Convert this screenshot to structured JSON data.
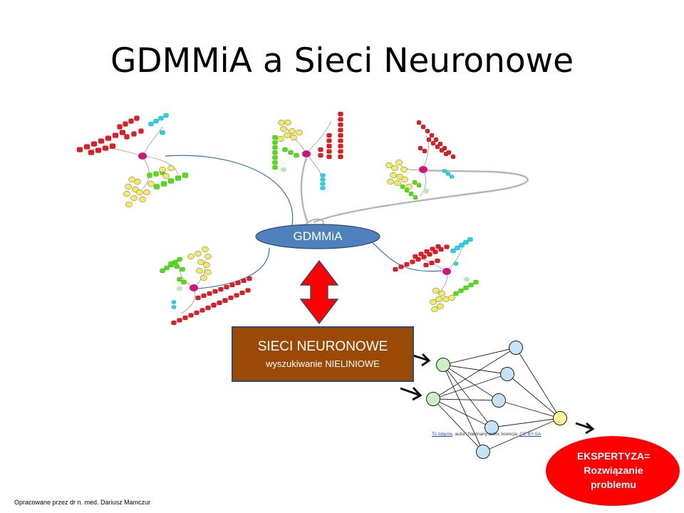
{
  "title": "GDMMiA a Sieci Neuronowe",
  "center_node": {
    "label": "GDMMiA"
  },
  "neural_box": {
    "title": "SIECI NEURONOWE",
    "subtitle": "wyszukiwanie NIELINIOWE"
  },
  "expert_bubble": {
    "line1": "EKSPERTYZA=",
    "line2": "Rozwiązanie",
    "line3": "problemu"
  },
  "image_credit": {
    "link_text": "To zdjęcie",
    "middle_text": ", autor: Nieznany autor, licencja: ",
    "license": "CC BY-SA"
  },
  "footer": "Opracowane przez dr n. med. Dariusz Mamczur",
  "colors": {
    "ellipse_fill": "#4f81bd",
    "arrow_red": "#ff0000",
    "neural_box": "#9a4a06",
    "bubble_red": "#ff0000",
    "node_green": "#ccf0c4",
    "node_blue": "#c6e2f6",
    "node_yellow": "#fff79a",
    "molecule_red": "#e31c23",
    "molecule_green": "#50e010",
    "molecule_yellow": "#f3ea6a",
    "molecule_cyan": "#1fd3e8",
    "molecule_hub": "#d0147f"
  }
}
